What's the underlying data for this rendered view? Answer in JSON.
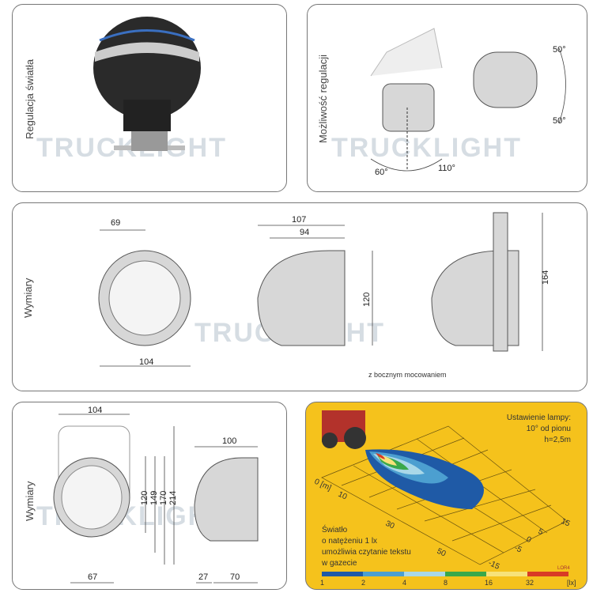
{
  "watermark": "TRUCKLIGHT",
  "panel_adjust": {
    "label": "Regulacja światła"
  },
  "panel_range": {
    "label": "Możliwość regulacji",
    "angles": [
      "50°",
      "50°",
      "60°",
      "110°"
    ]
  },
  "panel_dims": {
    "label": "Wymiary",
    "dims": [
      "69",
      "104",
      "107",
      "94",
      "120",
      "164"
    ],
    "caption": "z bocznym mocowaniem"
  },
  "panel_dims2": {
    "label": "Wymiary",
    "dims": [
      "104",
      "120",
      "149",
      "170",
      "214",
      "67",
      "100",
      "27",
      "70"
    ]
  },
  "panel_beam": {
    "setting": [
      "Ustawienie lampy:",
      "10° od pionu",
      "h=2,5m"
    ],
    "note": [
      "Światło",
      "o natężeniu 1 lx",
      "umożliwia czytanie tekstu",
      "w gazecie"
    ],
    "axis_x": [
      "0 [m]",
      "10",
      "30",
      "50"
    ],
    "axis_y": [
      "15",
      "5",
      "0",
      "-5",
      "-15"
    ],
    "code": "LOR4",
    "scale": [
      "1",
      "2",
      "4",
      "8",
      "16",
      "32",
      "[lx]"
    ],
    "scale_colors": [
      "#1f5aa6",
      "#4c9fd0",
      "#a9d8e8",
      "#3aa84a",
      "#f7e27a",
      "#d93b25"
    ],
    "bg": "#f5c21c"
  }
}
